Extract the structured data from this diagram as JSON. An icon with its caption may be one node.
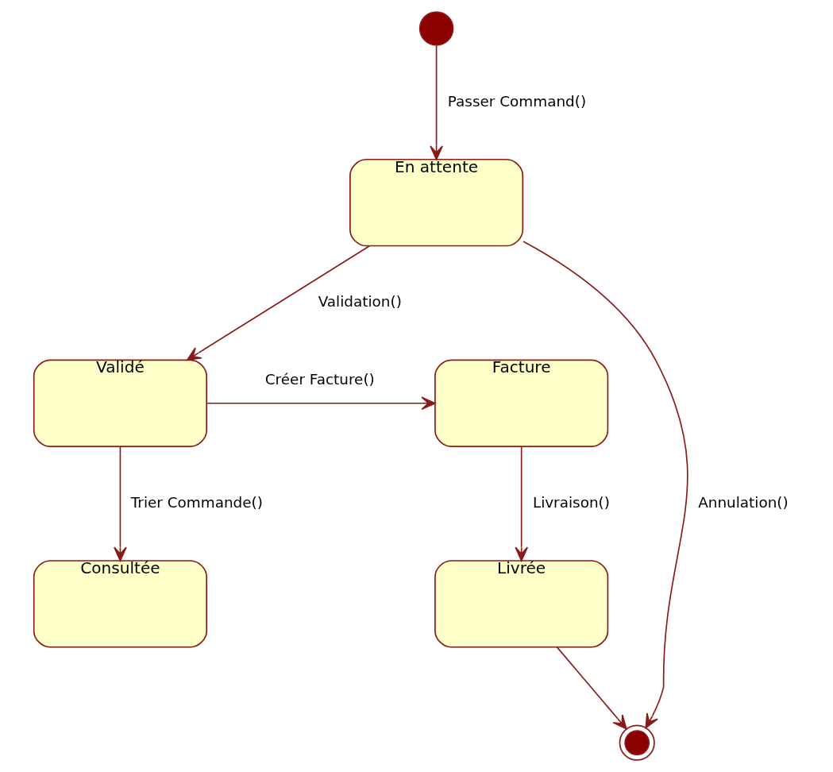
{
  "diagram": {
    "nodes": [
      {
        "text": [],
        "shape": "circle"
      },
      {
        "text": [
          "En attente"
        ]
      },
      {
        "text": [
          "Validé"
        ]
      },
      {
        "text": [
          "Facture"
        ]
      },
      {
        "text": [
          "Consultée"
        ]
      },
      {
        "text": [
          "Livrée"
        ]
      },
      {
        "text": [],
        "shape": "bullseye"
      }
    ],
    "edges": [
      {
        "from": 0,
        "to": 1,
        "arrow": "to",
        "label": "Passer Command()"
      },
      {
        "from": 1,
        "to": 2,
        "arrow": "to",
        "label": "Validation()"
      },
      {
        "from": 2,
        "to": 3,
        "arrow": "to",
        "label": "Créer Facture()"
      },
      {
        "from": 2,
        "to": 4,
        "arrow": "to",
        "label": "Trier Commande()"
      },
      {
        "from": 3,
        "to": 5,
        "arrow": "to",
        "label": "Livraison()"
      },
      {
        "from": 1,
        "to": 6,
        "arrow": "to",
        "label": "Annulation()"
      },
      {
        "from": 5,
        "to": 6,
        "arrow": "to"
      }
    ]
  }
}
